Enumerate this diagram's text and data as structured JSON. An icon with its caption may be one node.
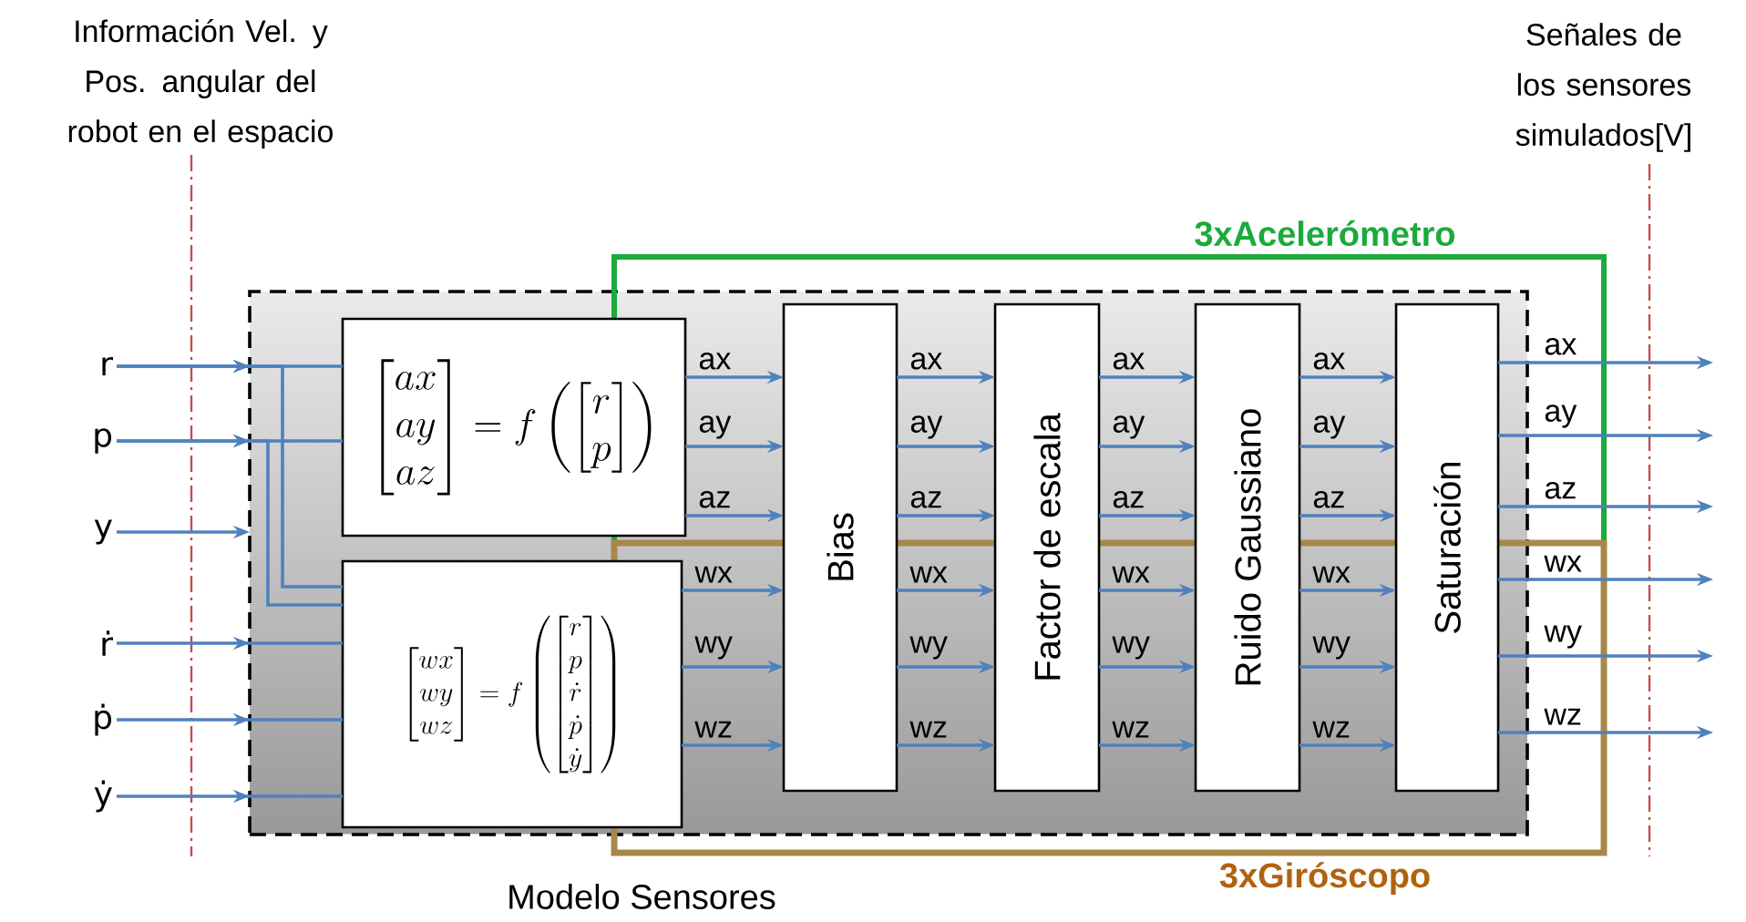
{
  "diagram": {
    "nodes": [
      {
        "text": [
          "Modelo Sensores"
        ]
      },
      {
        "text": [
          "\\begin{bmatrix}ax\\\\ay\\\\az\\end{bmatrix}=f\\left(\\begin{bmatrix}r\\\\p\\end{bmatrix}\\right)"
        ],
        "in": 0
      },
      {
        "text": [
          "\\begin{bmatrix}wx\\\\wy\\\\wz\\end{bmatrix}=f\\left(\\begin{bmatrix}r\\\\p\\\\\\dot{r}\\\\\\dot{p}\\\\\\dot{y}\\end{bmatrix}\\right)"
        ],
        "in": 0
      },
      {
        "text": [
          "Bias"
        ],
        "in": 0
      },
      {
        "text": [
          "Factor de escala"
        ],
        "in": 0
      },
      {
        "text": [
          "Ruido Gaussiano"
        ],
        "in": 0
      },
      {
        "text": [
          "Saturación"
        ],
        "in": 0
      },
      {
        "text": [
          "r"
        ]
      },
      {
        "text": [
          "p"
        ]
      },
      {
        "text": [
          "y"
        ]
      },
      {
        "text": [
          "ṙ"
        ]
      },
      {
        "text": [
          "ṗ"
        ]
      },
      {
        "text": [
          "ẏ"
        ]
      }
    ],
    "edges": [
      {
        "from": 7,
        "to": 1,
        "arrow": "to"
      },
      {
        "from": 7,
        "to": 2,
        "arrow": "to"
      },
      {
        "from": 8,
        "to": 1,
        "arrow": "to"
      },
      {
        "from": 8,
        "to": 2,
        "arrow": "to"
      },
      {
        "from": 9,
        "to": 0,
        "arrow": "to"
      },
      {
        "from": 10,
        "to": 2,
        "arrow": "to"
      },
      {
        "from": 11,
        "to": 2,
        "arrow": "to"
      },
      {
        "from": 12,
        "to": 2,
        "arrow": "to"
      },
      {
        "from": 1,
        "to": 3,
        "arrow": "to",
        "label": "ax"
      },
      {
        "from": 1,
        "to": 3,
        "arrow": "to",
        "label": "ay"
      },
      {
        "from": 1,
        "to": 3,
        "arrow": "to",
        "label": "az"
      },
      {
        "from": 2,
        "to": 3,
        "arrow": "to",
        "label": "wx"
      },
      {
        "from": 2,
        "to": 3,
        "arrow": "to",
        "label": "wy"
      },
      {
        "from": 2,
        "to": 3,
        "arrow": "to",
        "label": "wz"
      },
      {
        "from": 3,
        "to": 4,
        "arrow": "to",
        "label": "ax"
      },
      {
        "from": 3,
        "to": 4,
        "arrow": "to",
        "label": "ay"
      },
      {
        "from": 3,
        "to": 4,
        "arrow": "to",
        "label": "az"
      },
      {
        "from": 3,
        "to": 4,
        "arrow": "to",
        "label": "wx"
      },
      {
        "from": 3,
        "to": 4,
        "arrow": "to",
        "label": "wy"
      },
      {
        "from": 3,
        "to": 4,
        "arrow": "to",
        "label": "wz"
      },
      {
        "from": 4,
        "to": 5,
        "arrow": "to",
        "label": "ax"
      },
      {
        "from": 4,
        "to": 5,
        "arrow": "to",
        "label": "ay"
      },
      {
        "from": 4,
        "to": 5,
        "arrow": "to",
        "label": "az"
      },
      {
        "from": 4,
        "to": 5,
        "arrow": "to",
        "label": "wx"
      },
      {
        "from": 4,
        "to": 5,
        "arrow": "to",
        "label": "wy"
      },
      {
        "from": 4,
        "to": 5,
        "arrow": "to",
        "label": "wz"
      },
      {
        "from": 5,
        "to": 6,
        "arrow": "to",
        "label": "ax"
      },
      {
        "from": 5,
        "to": 6,
        "arrow": "to",
        "label": "ay"
      },
      {
        "from": 5,
        "to": 6,
        "arrow": "to",
        "label": "az"
      },
      {
        "from": 5,
        "to": 6,
        "arrow": "to",
        "label": "wx"
      },
      {
        "from": 5,
        "to": 6,
        "arrow": "to",
        "label": "wy"
      },
      {
        "from": 5,
        "to": 6,
        "arrow": "to",
        "label": "wz"
      },
      {
        "from": 6,
        "to": null,
        "arrow": "to",
        "label": "ax"
      },
      {
        "from": 6,
        "to": null,
        "arrow": "to",
        "label": "ay"
      },
      {
        "from": 6,
        "to": null,
        "arrow": "to",
        "label": "az"
      },
      {
        "from": 6,
        "to": null,
        "arrow": "to",
        "label": "wx"
      },
      {
        "from": 6,
        "to": null,
        "arrow": "to",
        "label": "wy"
      },
      {
        "from": 6,
        "to": null,
        "arrow": "to",
        "label": "wz"
      }
    ],
    "labels": [
      "Información Vel. y Pos. angular del robot en el espacio",
      "Señales de los sensores simulados[V]",
      "3xAcelerómetro",
      "3xGiróscopo"
    ]
  }
}
